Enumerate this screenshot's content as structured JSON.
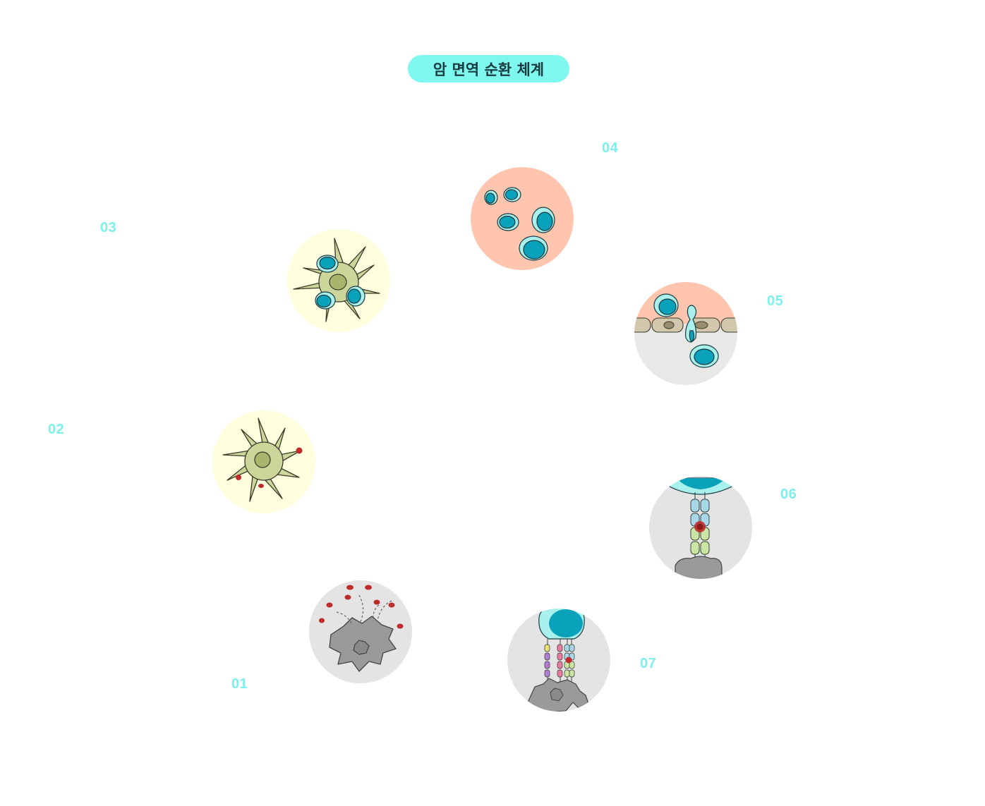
{
  "title": "암 면역 순환 체계",
  "colors": {
    "title_bg": "#7ef7ee",
    "step_number": "#7cf0ea",
    "cell_blue": "#0aa2bb",
    "cell_aqua": "#a9f1ec",
    "dendritic_green": "#ccd59a",
    "antigen_red": "#be2b2b",
    "tumor_gray": "#9a9a9a",
    "circle_yellow": "#ffffdf",
    "circle_peach": "#ffc5ae",
    "circle_gray": "#e4e4e4"
  },
  "steps": [
    {
      "number": "01",
      "icon": "tumor-antigen-release-icon"
    },
    {
      "number": "02",
      "icon": "dendritic-cell-antigen-capture-icon"
    },
    {
      "number": "03",
      "icon": "dendritic-cell-t-cell-priming-icon"
    },
    {
      "number": "04",
      "icon": "t-cell-trafficking-icon"
    },
    {
      "number": "05",
      "icon": "t-cell-infiltration-icon"
    },
    {
      "number": "06",
      "icon": "t-cell-recognition-icon"
    },
    {
      "number": "07",
      "icon": "tumor-cell-killing-icon"
    }
  ]
}
